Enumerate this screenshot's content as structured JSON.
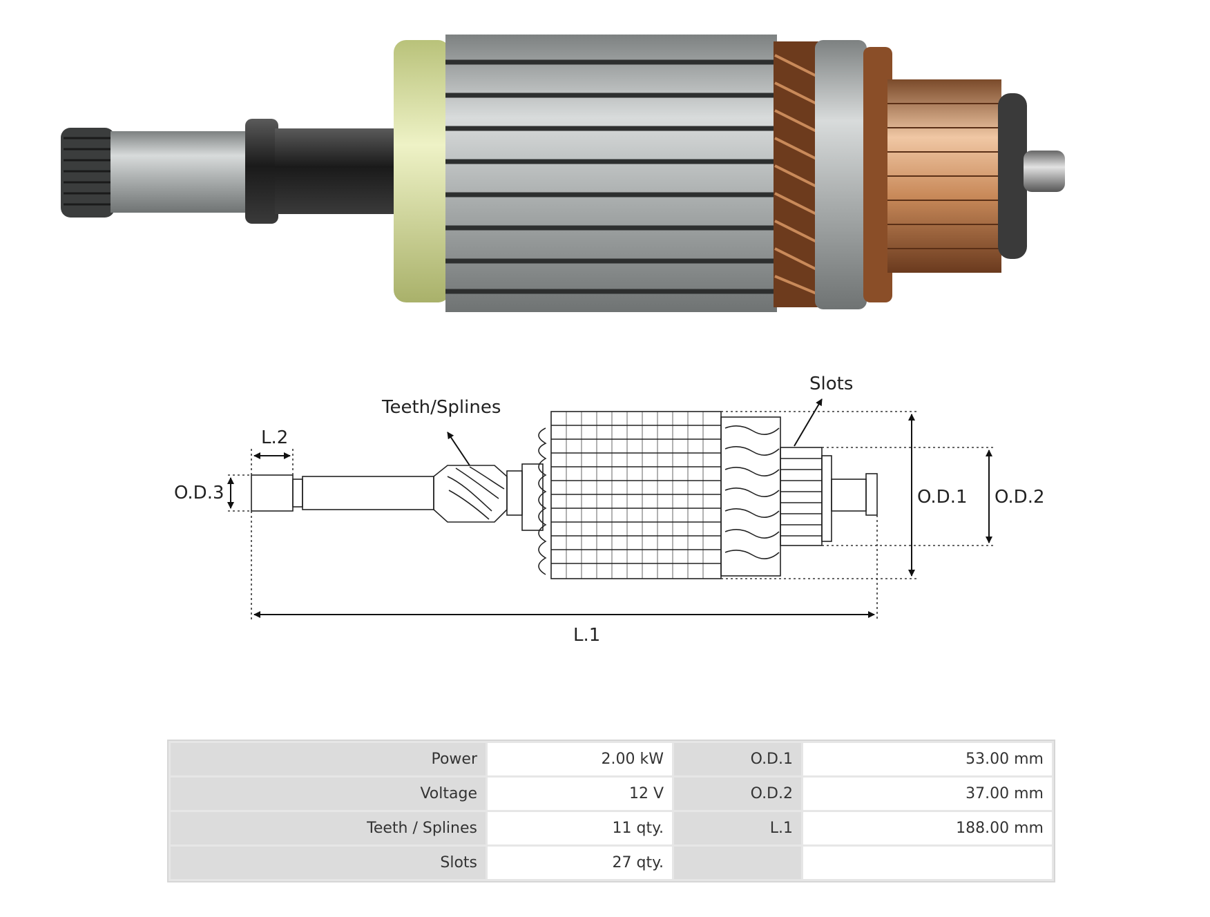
{
  "diagram": {
    "labels": {
      "teeth_splines": "Teeth/Splines",
      "slots": "Slots",
      "l2": "L.2",
      "od3": "O.D.3",
      "od1": "O.D.1",
      "od2": "O.D.2",
      "l1": "L.1"
    }
  },
  "specs": {
    "rows": [
      {
        "k1": "Power",
        "v1": "2.00 kW",
        "k2": "O.D.1",
        "v2": "53.00 mm"
      },
      {
        "k1": "Voltage",
        "v1": "12 V",
        "k2": "O.D.2",
        "v2": "37.00 mm"
      },
      {
        "k1": "Teeth / Splines",
        "v1": "11 qty.",
        "k2": "L.1",
        "v2": "188.00 mm"
      },
      {
        "k1": "Slots",
        "v1": "27 qty.",
        "k2": "",
        "v2": ""
      }
    ]
  },
  "colors": {
    "copper": "#c98a5a",
    "steel": "#9fa3a3",
    "insulator": "#d9e2a8",
    "shaft": "#2a2a2a"
  }
}
